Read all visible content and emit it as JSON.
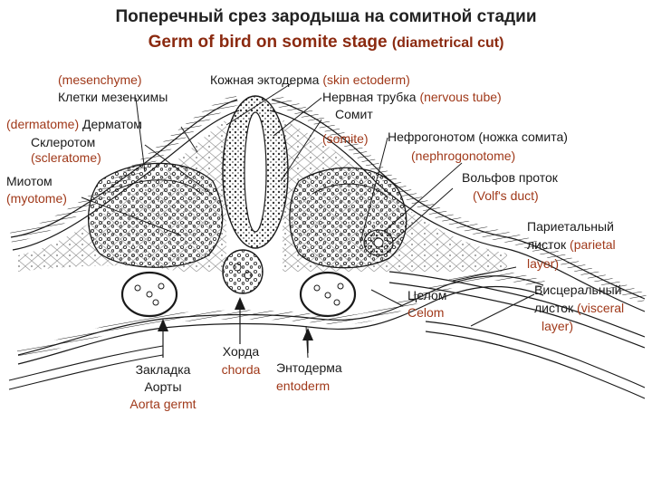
{
  "title": {
    "ru": "Поперечный срез зародыша на сомитной стадии",
    "en": "Germ of bird  on somite stage",
    "en_suffix": "(diametrical cut)"
  },
  "labels": {
    "mesenchyme_en": "(mesenchyme)",
    "mesenchyme_ru": "Клетки мезенхимы",
    "skin_ectoderm_ru": "Кожная эктодерма",
    "skin_ectoderm_en": "(skin ectoderm)",
    "nervous_tube_ru": "Нервная трубка",
    "nervous_tube_en": "(nervous tube)",
    "dermatome_en": "(dermatome)",
    "dermatome_ru": "Дерматом",
    "sclerotome_ru": "Склеротом",
    "sclerotome_en": "(scleratome)",
    "somite_ru": "Сомит",
    "somite_en": "(somite)",
    "nephrotome_ru": "Нефрогонотом (ножка сомита)",
    "nephrotome_en": "(nephrogonotome)",
    "myotome_ru": "Миотом",
    "myotome_en": "(myotome)",
    "wolff_ru": "Вольфов проток",
    "wolff_en": "(Volf's duct)",
    "parietal_ru_1": "Париетальный",
    "parietal_ru_2": "листок",
    "parietal_en_1": "(parietal",
    "parietal_en_2": "layer)",
    "visceral_ru_1": "Висцеральный",
    "visceral_ru_2": "листок",
    "visceral_en_1": "(visceral",
    "visceral_en_2": "layer)",
    "celom_ru": "Целом",
    "celom_en": "Celom",
    "chorda_ru": "Хорда",
    "chorda_en": "chorda",
    "entoderm_ru": "Энтодерма",
    "entoderm_en": "entoderm",
    "aorta_ru_1": "Закладка",
    "aorta_ru_2": "Аорты",
    "aorta_en": "Aorta germt"
  },
  "colors": {
    "english_text": "#a0391a",
    "drawing_ink": "#1a1a1a"
  }
}
